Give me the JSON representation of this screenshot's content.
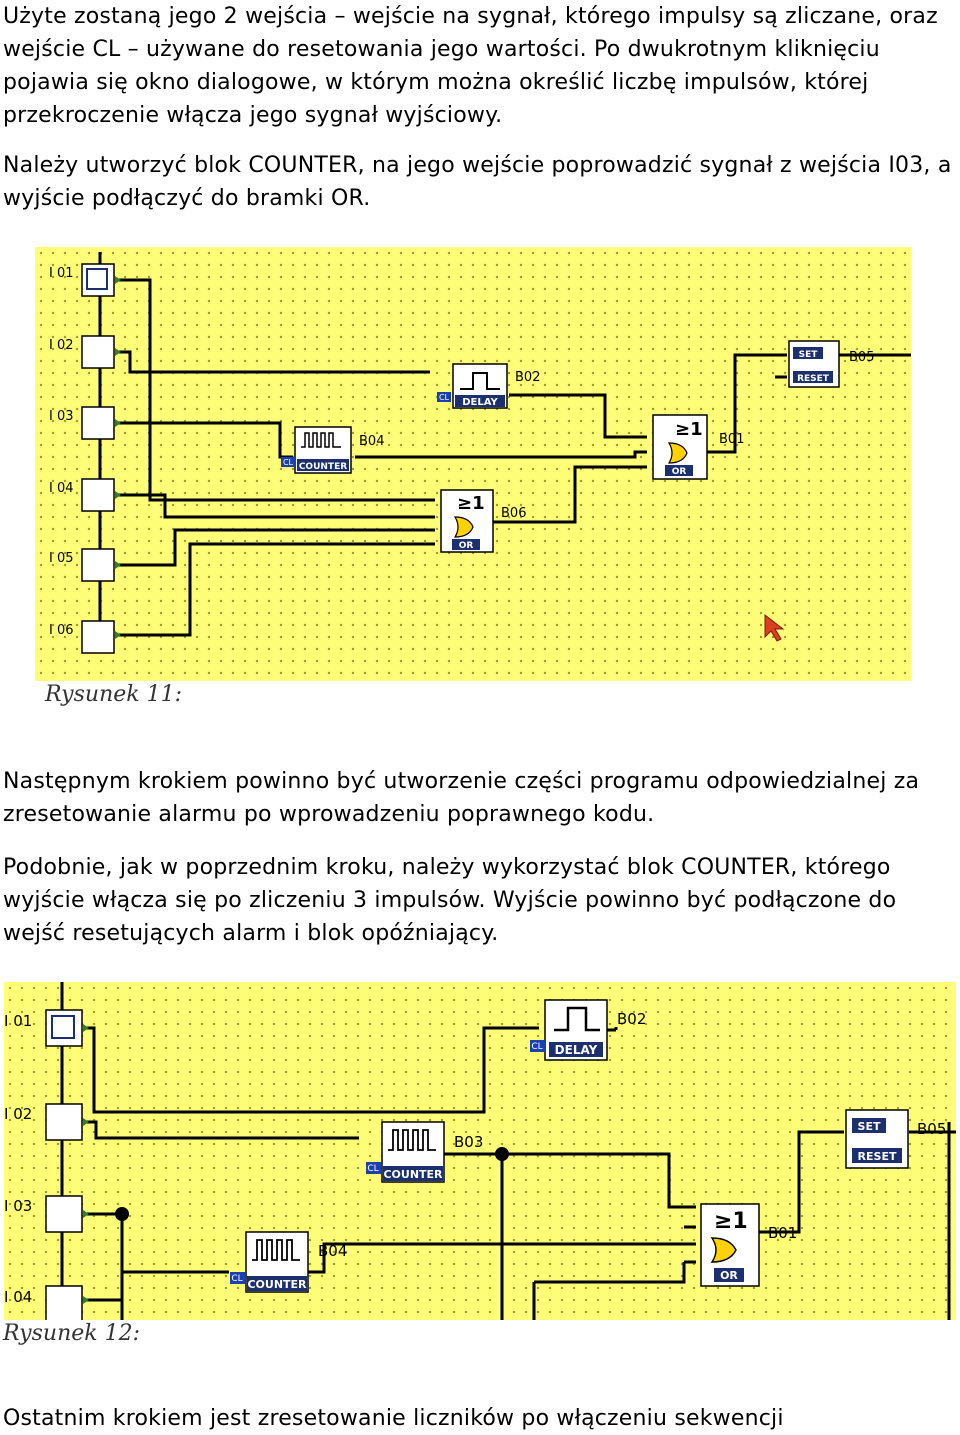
{
  "paragraphs": {
    "p1": "Użyte zostaną jego 2 wejścia – wejście na sygnał, którego impulsy są zliczane, oraz wejście CL – używane do resetowania jego wartości. Po dwukrotnym kliknięciu pojawia się okno dialogowe, w którym można określić liczbę impulsów, której przekroczenie włącza jego sygnał wyjściowy.",
    "p2": "Należy utworzyć blok COUNTER, na jego wejście poprowadzić sygnał z wejścia I03, a wyjście podłączyć do bramki OR.",
    "p3": "Następnym krokiem powinno  być utworzenie części programu odpowiedzialnej za zresetowanie alarmu po wprowadzeniu poprawnego kodu.",
    "p4": "Podobnie, jak w poprzednim kroku, należy wykorzystać blok COUNTER, którego wyjście włącza się po zliczeniu 3 impulsów. Wyjście powinno być podłączone do wejść resetujących alarm i blok opóźniający.",
    "p5": "Ostatnim krokiem jest zresetowanie liczników po włączeniu sekwencji"
  },
  "figure11": {
    "caption": "Rysunek 11:",
    "inputs": [
      "I 01",
      "I 02",
      "I 03",
      "I 04",
      "I 05",
      "I 06"
    ],
    "blocks": {
      "delay": {
        "type": "DELAY",
        "out": "B02",
        "pin": "CL"
      },
      "counter": {
        "type": "COUNTER",
        "out": "B04",
        "pin": "CL"
      },
      "or_upper": {
        "symbol": "≥1",
        "type": "OR",
        "out": "B01"
      },
      "or_lower": {
        "symbol": "≥1",
        "type": "OR",
        "out": "B06"
      },
      "setreset": {
        "set": "SET",
        "reset": "RESET",
        "out": "B05"
      }
    }
  },
  "figure12": {
    "caption": "Rysunek 12:",
    "inputs": [
      "I 01",
      "I 02",
      "I 03",
      "I 04"
    ],
    "blocks": {
      "delay": {
        "type": "DELAY",
        "out": "B02",
        "pin": "CL"
      },
      "counter_a": {
        "type": "COUNTER",
        "out": "B03",
        "pin": "CL"
      },
      "counter_b": {
        "type": "COUNTER",
        "out": "B04",
        "pin": "CL"
      },
      "or_gate": {
        "symbol": "≥1",
        "type": "OR",
        "out": "B01"
      },
      "setreset": {
        "set": "SET",
        "reset": "RESET",
        "out": "B05"
      }
    }
  },
  "colors": {
    "grid_background": "#fdfd78",
    "wire": "#000000",
    "pin": "#2f7f2f",
    "label_band": "#1c2f6e",
    "cl_pin": "#1d3fb0",
    "cursor": "#d94020"
  }
}
